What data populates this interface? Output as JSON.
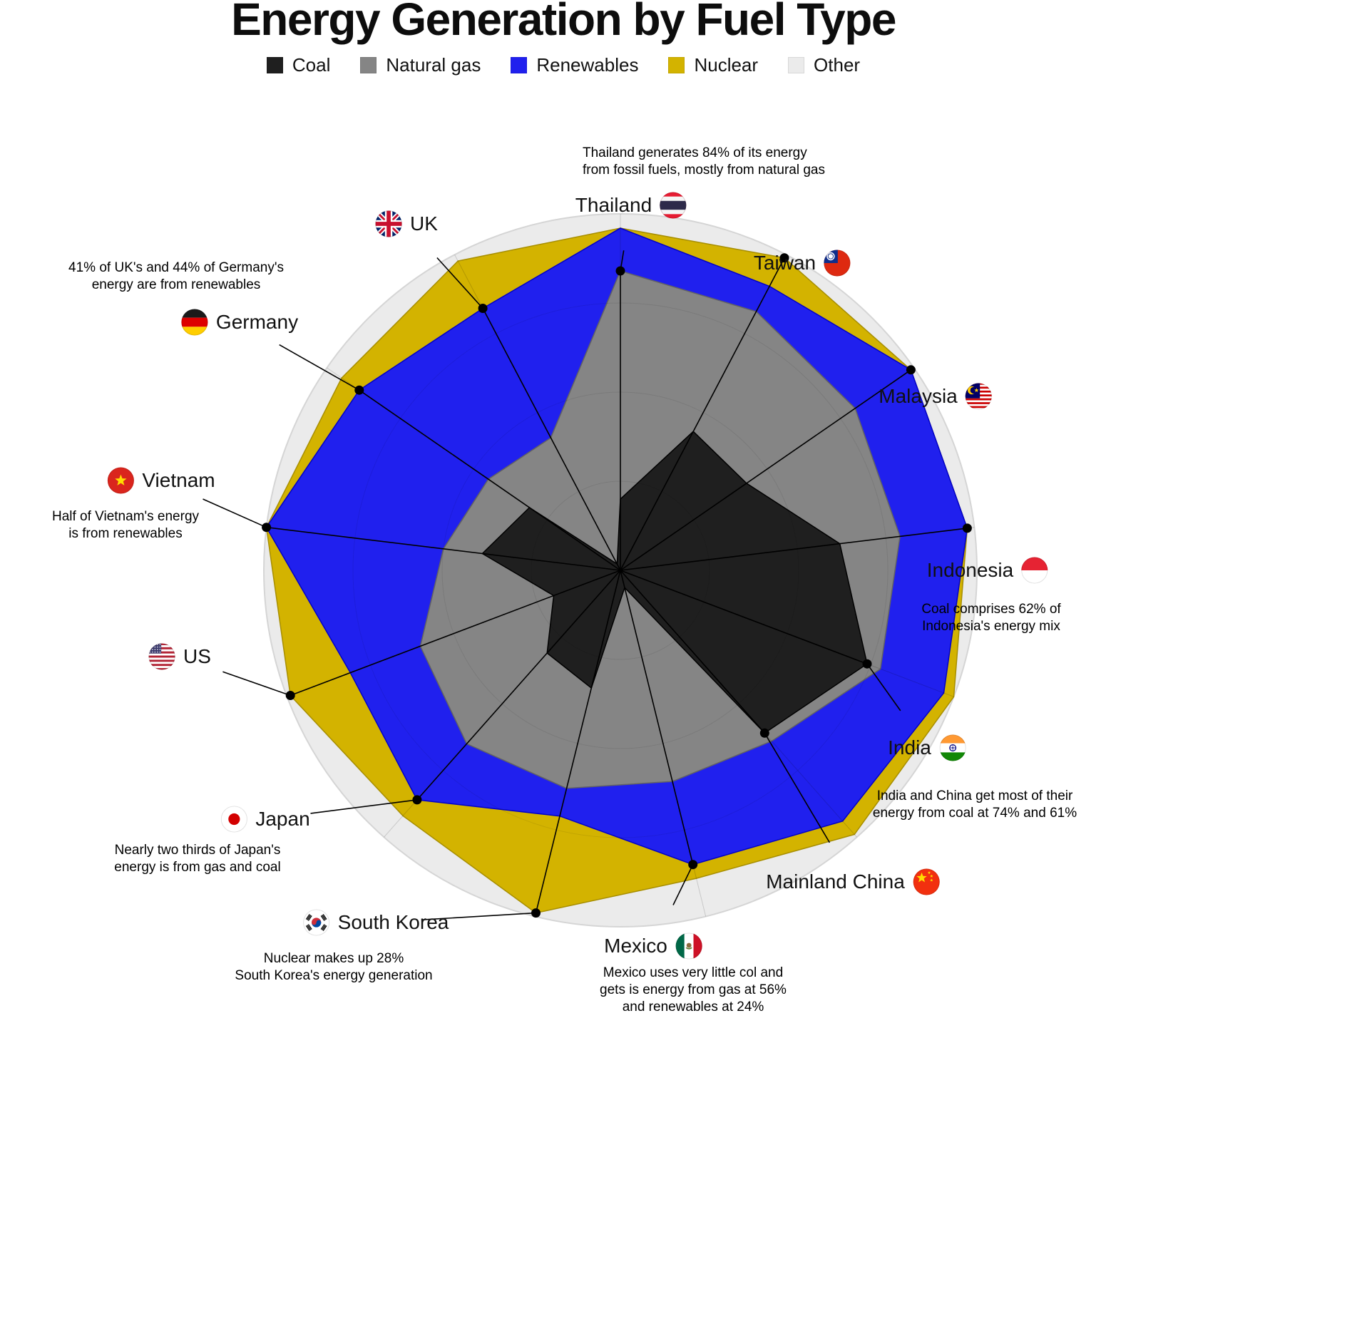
{
  "title": "Energy Generation by Fuel Type",
  "legend": [
    {
      "label": "Coal",
      "color": "#1f1f1f"
    },
    {
      "label": "Natural gas",
      "color": "#858585"
    },
    {
      "label": "Renewables",
      "color": "#2020ee"
    },
    {
      "label": "Nuclear",
      "color": "#d3b300"
    },
    {
      "label": "Other",
      "color": "#ebebeb"
    }
  ],
  "chart_data": {
    "type": "radar-stacked",
    "title": "Energy Generation by Fuel Type",
    "rmax": 100,
    "units": "%",
    "legend_position": "top",
    "grid": true,
    "categories": [
      "Thailand",
      "Taiwan",
      "Malaysia",
      "Indonesia",
      "India",
      "Mainland China",
      "Mexico",
      "South Korea",
      "Japan",
      "US",
      "Vietnam",
      "Germany",
      "UK"
    ],
    "series": [
      {
        "name": "Coal",
        "color": "#1f1f1f",
        "values": [
          20,
          44,
          43,
          62,
          74,
          61,
          5,
          34,
          31,
          20,
          39,
          31,
          2
        ]
      },
      {
        "name": "Natural gas",
        "color": "#858585",
        "values": [
          64,
          38,
          37,
          17,
          4,
          3,
          56,
          29,
          34,
          40,
          11,
          14,
          40
        ]
      },
      {
        "name": "Renewables",
        "color": "#2020ee",
        "values": [
          12,
          8,
          19,
          19,
          19,
          30,
          24,
          8,
          21,
          21,
          50,
          44,
          41
        ]
      },
      {
        "name": "Nuclear",
        "color": "#d3b300",
        "values": [
          0,
          9,
          0,
          0,
          3,
          5,
          4,
          28,
          6,
          18,
          0,
          6,
          15
        ]
      },
      {
        "name": "Other",
        "color": "#ebebeb",
        "values": [
          4,
          1,
          1,
          2,
          0,
          1,
          11,
          1,
          8,
          1,
          0,
          5,
          2
        ]
      }
    ]
  },
  "countries": [
    {
      "id": "thailand",
      "name": "Thailand",
      "flag_icon": "thailand-flag-icon"
    },
    {
      "id": "taiwan",
      "name": "Taiwan",
      "flag_icon": "taiwan-flag-icon"
    },
    {
      "id": "malaysia",
      "name": "Malaysia",
      "flag_icon": "malaysia-flag-icon"
    },
    {
      "id": "indonesia",
      "name": "Indonesia",
      "flag_icon": "indonesia-flag-icon"
    },
    {
      "id": "india",
      "name": "India",
      "flag_icon": "india-flag-icon"
    },
    {
      "id": "mainland-china",
      "name": "Mainland China",
      "flag_icon": "china-flag-icon"
    },
    {
      "id": "mexico",
      "name": "Mexico",
      "flag_icon": "mexico-flag-icon"
    },
    {
      "id": "south-korea",
      "name": "South Korea",
      "flag_icon": "south-korea-flag-icon"
    },
    {
      "id": "japan",
      "name": "Japan",
      "flag_icon": "japan-flag-icon"
    },
    {
      "id": "us",
      "name": "US",
      "flag_icon": "us-flag-icon"
    },
    {
      "id": "vietnam",
      "name": "Vietnam",
      "flag_icon": "vietnam-flag-icon"
    },
    {
      "id": "germany",
      "name": "Germany",
      "flag_icon": "germany-flag-icon"
    },
    {
      "id": "uk",
      "name": "UK",
      "flag_icon": "uk-flag-icon"
    }
  ],
  "annotations": {
    "thailand": {
      "lines": [
        "Thailand generates 84% of its energy",
        "from fossil fuels, mostly from natural gas"
      ]
    },
    "uk-germany": {
      "lines": [
        "41% of UK's and 44% of Germany's",
        "energy are from renewables"
      ]
    },
    "vietnam": {
      "lines": [
        "Half of Vietnam's energy",
        "is from renewables"
      ]
    },
    "indonesia": {
      "lines": [
        "Coal comprises 62% of",
        "Indonesia's energy mix"
      ]
    },
    "india": {
      "lines": [
        "India and China get most of their",
        "energy from coal at 74% and 61%"
      ]
    },
    "japan": {
      "lines": [
        "Nearly two thirds of Japan's",
        "energy is from gas and coal"
      ]
    },
    "south-korea": {
      "lines": [
        "Nuclear makes up 28%",
        "South Korea's energy generation"
      ]
    },
    "mexico": {
      "lines": [
        "Mexico uses very little col and",
        "gets is energy from gas at 56%",
        "and renewables at 24%"
      ]
    }
  }
}
